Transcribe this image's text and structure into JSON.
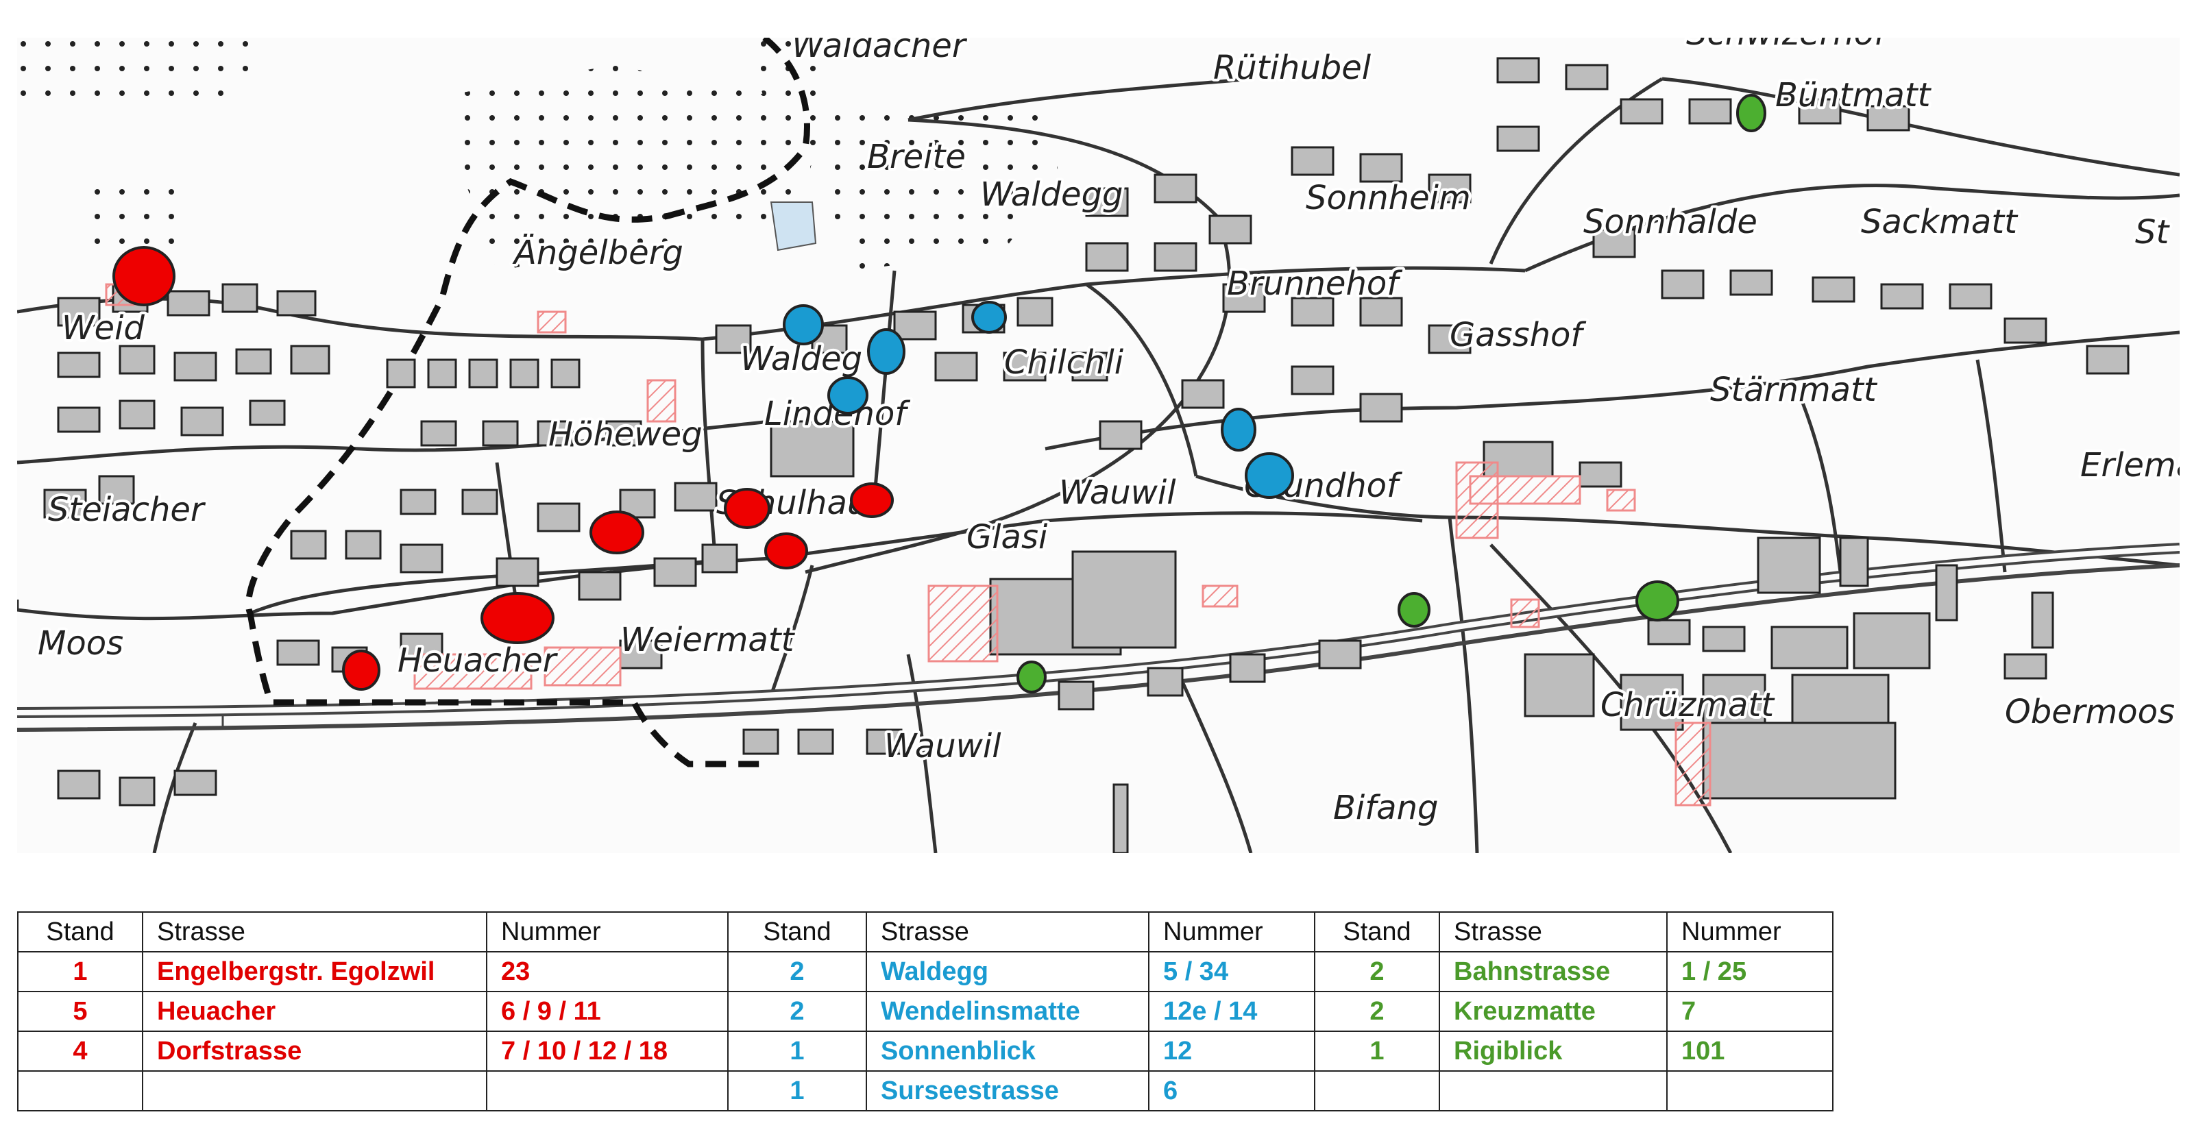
{
  "map": {
    "labels": [
      {
        "id": "waldacher",
        "text": "Waldacher"
      },
      {
        "id": "ruetihubel",
        "text": "Rütihubel"
      },
      {
        "id": "schwizerhof",
        "text": "Schwizerhof"
      },
      {
        "id": "buentmatt",
        "text": "Büntmatt"
      },
      {
        "id": "breite",
        "text": "Breite"
      },
      {
        "id": "waldegg-north",
        "text": "Waldegg"
      },
      {
        "id": "sonnheim",
        "text": "Sonnheim"
      },
      {
        "id": "sonnhalde",
        "text": "Sonnhalde"
      },
      {
        "id": "sackmatt",
        "text": "Sackmatt"
      },
      {
        "id": "st",
        "text": "St"
      },
      {
        "id": "aengelberg",
        "text": "Ängelberg"
      },
      {
        "id": "brunnehof",
        "text": "Brunnehof"
      },
      {
        "id": "weid",
        "text": "Weid"
      },
      {
        "id": "waldeg",
        "text": "Waldeg"
      },
      {
        "id": "chilchli",
        "text": "Chilchli"
      },
      {
        "id": "gasshof",
        "text": "Gasshof"
      },
      {
        "id": "staernmatt",
        "text": "Stärnmatt"
      },
      {
        "id": "lindehof",
        "text": "Lindehof"
      },
      {
        "id": "hoeheweg",
        "text": "Höheweg"
      },
      {
        "id": "erlema",
        "text": "Erlema"
      },
      {
        "id": "steiacher",
        "text": "Steiacher"
      },
      {
        "id": "schulhaus",
        "text": "Schulhaus"
      },
      {
        "id": "wauwil-center",
        "text": "Wauwil"
      },
      {
        "id": "grundhof",
        "text": "Grundhof"
      },
      {
        "id": "glasi",
        "text": "Glasi"
      },
      {
        "id": "moos",
        "text": "Moos"
      },
      {
        "id": "heuacher",
        "text": "Heuacher"
      },
      {
        "id": "weiermatt",
        "text": "Weiermatt"
      },
      {
        "id": "chruezmatt",
        "text": "Chrüzmatt"
      },
      {
        "id": "obermoos",
        "text": "Obermoos"
      },
      {
        "id": "wauwil-south",
        "text": "Wauwil"
      },
      {
        "id": "bifang",
        "text": "Bifang"
      }
    ],
    "markers": [
      {
        "id": "red-1",
        "color": "#ee0000",
        "group": "red"
      },
      {
        "id": "red-2",
        "color": "#ee0000",
        "group": "red"
      },
      {
        "id": "red-3",
        "color": "#ee0000",
        "group": "red"
      },
      {
        "id": "red-4",
        "color": "#ee0000",
        "group": "red"
      },
      {
        "id": "red-5",
        "color": "#ee0000",
        "group": "red"
      },
      {
        "id": "red-6",
        "color": "#ee0000",
        "group": "red"
      },
      {
        "id": "red-7",
        "color": "#ee0000",
        "group": "red"
      },
      {
        "id": "blue-1",
        "color": "#1a9bd1",
        "group": "blue"
      },
      {
        "id": "blue-2",
        "color": "#1a9bd1",
        "group": "blue"
      },
      {
        "id": "blue-3",
        "color": "#1a9bd1",
        "group": "blue"
      },
      {
        "id": "blue-4",
        "color": "#1a9bd1",
        "group": "blue"
      },
      {
        "id": "blue-5",
        "color": "#1a9bd1",
        "group": "blue"
      },
      {
        "id": "blue-6",
        "color": "#1a9bd1",
        "group": "blue"
      },
      {
        "id": "green-1",
        "color": "#4caf30",
        "group": "green"
      },
      {
        "id": "green-2",
        "color": "#4caf30",
        "group": "green"
      },
      {
        "id": "green-3",
        "color": "#4caf30",
        "group": "green"
      },
      {
        "id": "green-4",
        "color": "#4caf30",
        "group": "green"
      }
    ]
  },
  "table": {
    "headers": {
      "stand": "Stand",
      "strasse": "Strasse",
      "nummer": "Nummer"
    },
    "colors": {
      "red": "#e00000",
      "blue": "#1a9bd1",
      "green": "#4a9a2a"
    },
    "rows": [
      {
        "red": {
          "stand": "1",
          "strasse": "Engelbergstr. Egolzwil",
          "nummer": "23"
        },
        "blue": {
          "stand": "2",
          "strasse": "Waldegg",
          "nummer": "5 / 34"
        },
        "green": {
          "stand": "2",
          "strasse": "Bahnstrasse",
          "nummer": "1 / 25"
        }
      },
      {
        "red": {
          "stand": "5",
          "strasse": "Heuacher",
          "nummer": "6 / 9 / 11"
        },
        "blue": {
          "stand": "2",
          "strasse": "Wendelinsmatte",
          "nummer": "12e / 14"
        },
        "green": {
          "stand": "2",
          "strasse": "Kreuzmatte",
          "nummer": "7"
        }
      },
      {
        "red": {
          "stand": "4",
          "strasse": "Dorfstrasse",
          "nummer": "7 / 10 / 12 / 18"
        },
        "blue": {
          "stand": "1",
          "strasse": "Sonnenblick",
          "nummer": "12"
        },
        "green": {
          "stand": "1",
          "strasse": "Rigiblick",
          "nummer": "101"
        }
      },
      {
        "red": {
          "stand": "",
          "strasse": "",
          "nummer": ""
        },
        "blue": {
          "stand": "1",
          "strasse": "Surseestrasse",
          "nummer": "6"
        },
        "green": {
          "stand": "",
          "strasse": "",
          "nummer": ""
        }
      }
    ]
  }
}
